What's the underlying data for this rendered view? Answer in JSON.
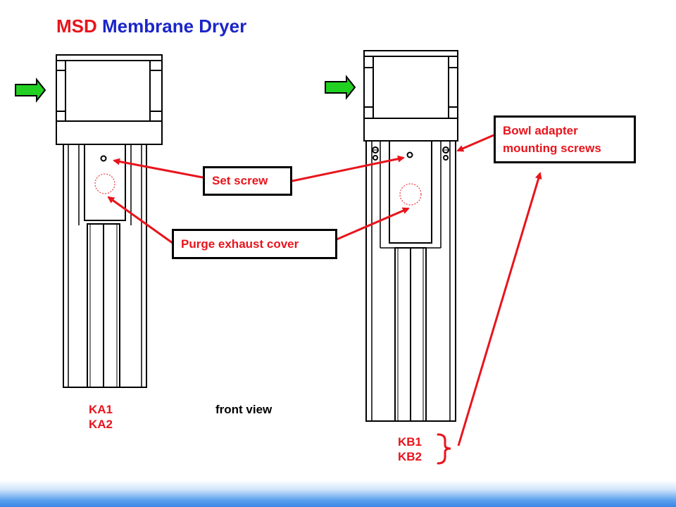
{
  "title": {
    "part_a": "MSD",
    "part_b": "Membrane Dryer"
  },
  "callouts": {
    "set_screw": "Set screw",
    "purge_exhaust_cover": "Purge exhaust cover",
    "bowl_adapter_line1": "Bowl adapter",
    "bowl_adapter_line2": "mounting screws"
  },
  "view_label": "front view",
  "models_left": {
    "line1": "KA1",
    "line2": "KA2"
  },
  "models_right": {
    "line1": "KB1",
    "line2": "KB2"
  },
  "colors": {
    "accent_red": "#e8141c",
    "title_blue": "#1c25c8",
    "flow_arrow_green": "#22d022",
    "footer_blue": "#3a86e6"
  },
  "icons": {
    "flow_arrow": "right-arrow-icon",
    "bracket": "right-curly-brace-icon"
  }
}
